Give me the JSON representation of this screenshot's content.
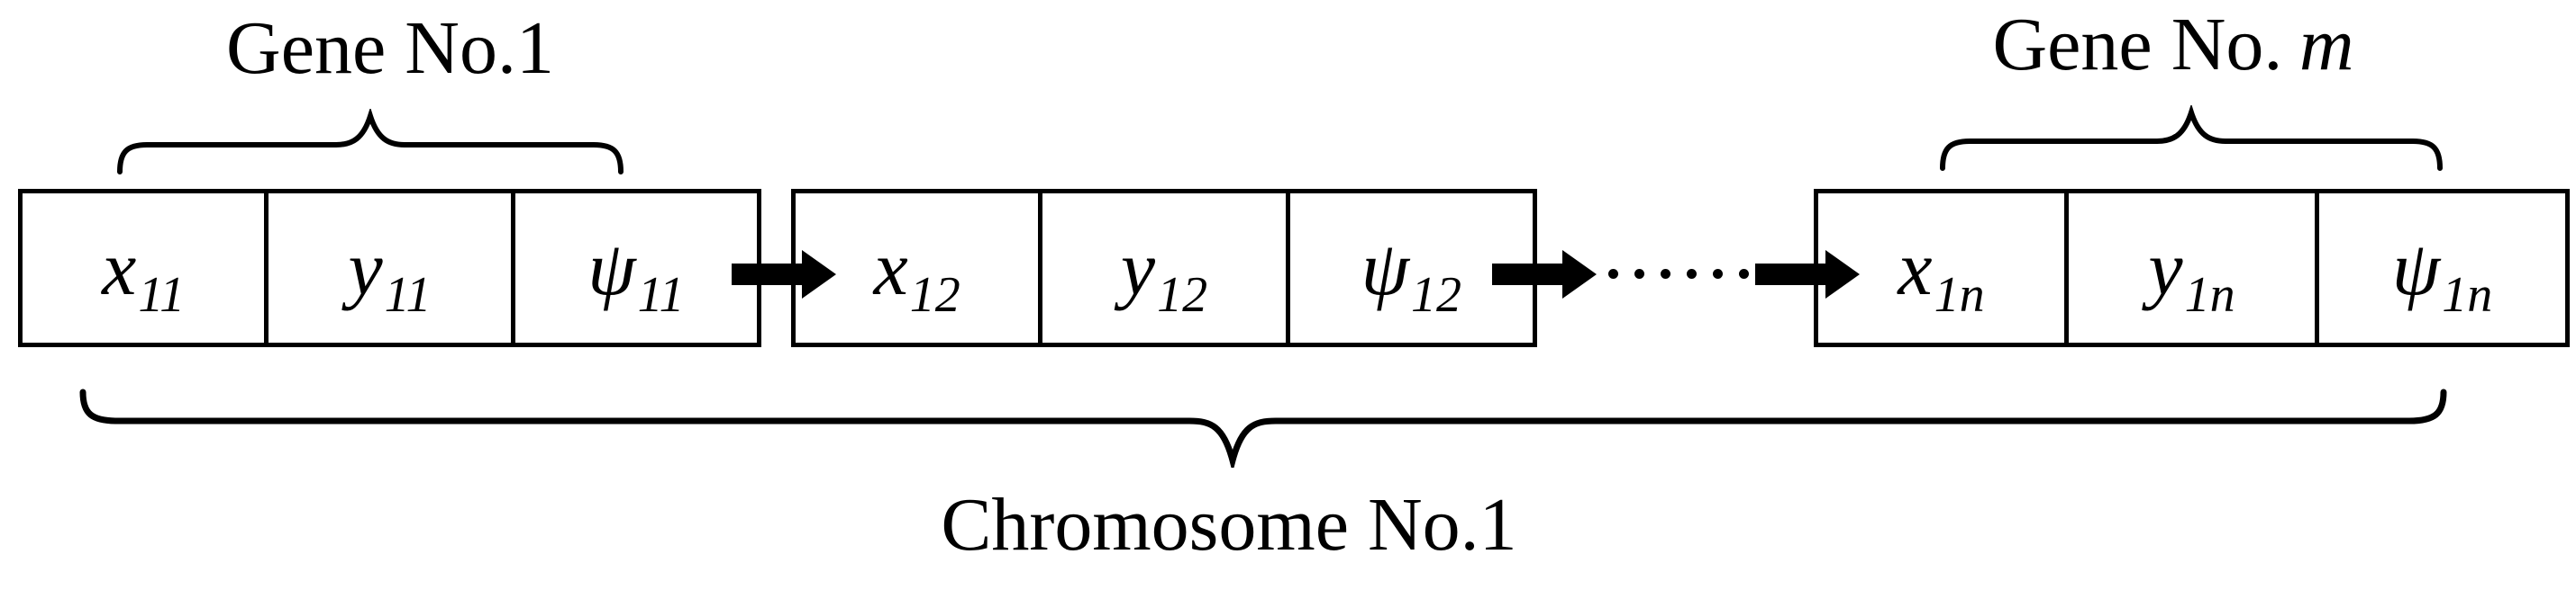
{
  "diagram": {
    "labels": {
      "gene_first": "Gene No.1",
      "gene_last_prefix": "Gene No.",
      "gene_last_var": "m",
      "chromosome": "Chromosome No.1"
    },
    "groups": [
      {
        "gene_index": "1",
        "cells": [
          {
            "v": "x",
            "s": "11"
          },
          {
            "v": "y",
            "s": "11"
          },
          {
            "v": "ψ",
            "s": "11"
          }
        ]
      },
      {
        "gene_index": "2",
        "cells": [
          {
            "v": "x",
            "s": "12"
          },
          {
            "v": "y",
            "s": "12"
          },
          {
            "v": "ψ",
            "s": "12"
          }
        ]
      },
      {
        "gene_index": "m",
        "cells": [
          {
            "v": "x",
            "s": "1n"
          },
          {
            "v": "y",
            "s": "1n"
          },
          {
            "v": "ψ",
            "s": "1n"
          }
        ]
      }
    ],
    "icons": {
      "flow_arrow": "thick-right-arrow",
      "ellipsis": "seven-dot-horizontal-ellipsis",
      "overbrace": "curly-brace-over",
      "underbrace": "curly-brace-under"
    },
    "colors": {
      "ink": "#000000",
      "background": "#ffffff"
    }
  }
}
